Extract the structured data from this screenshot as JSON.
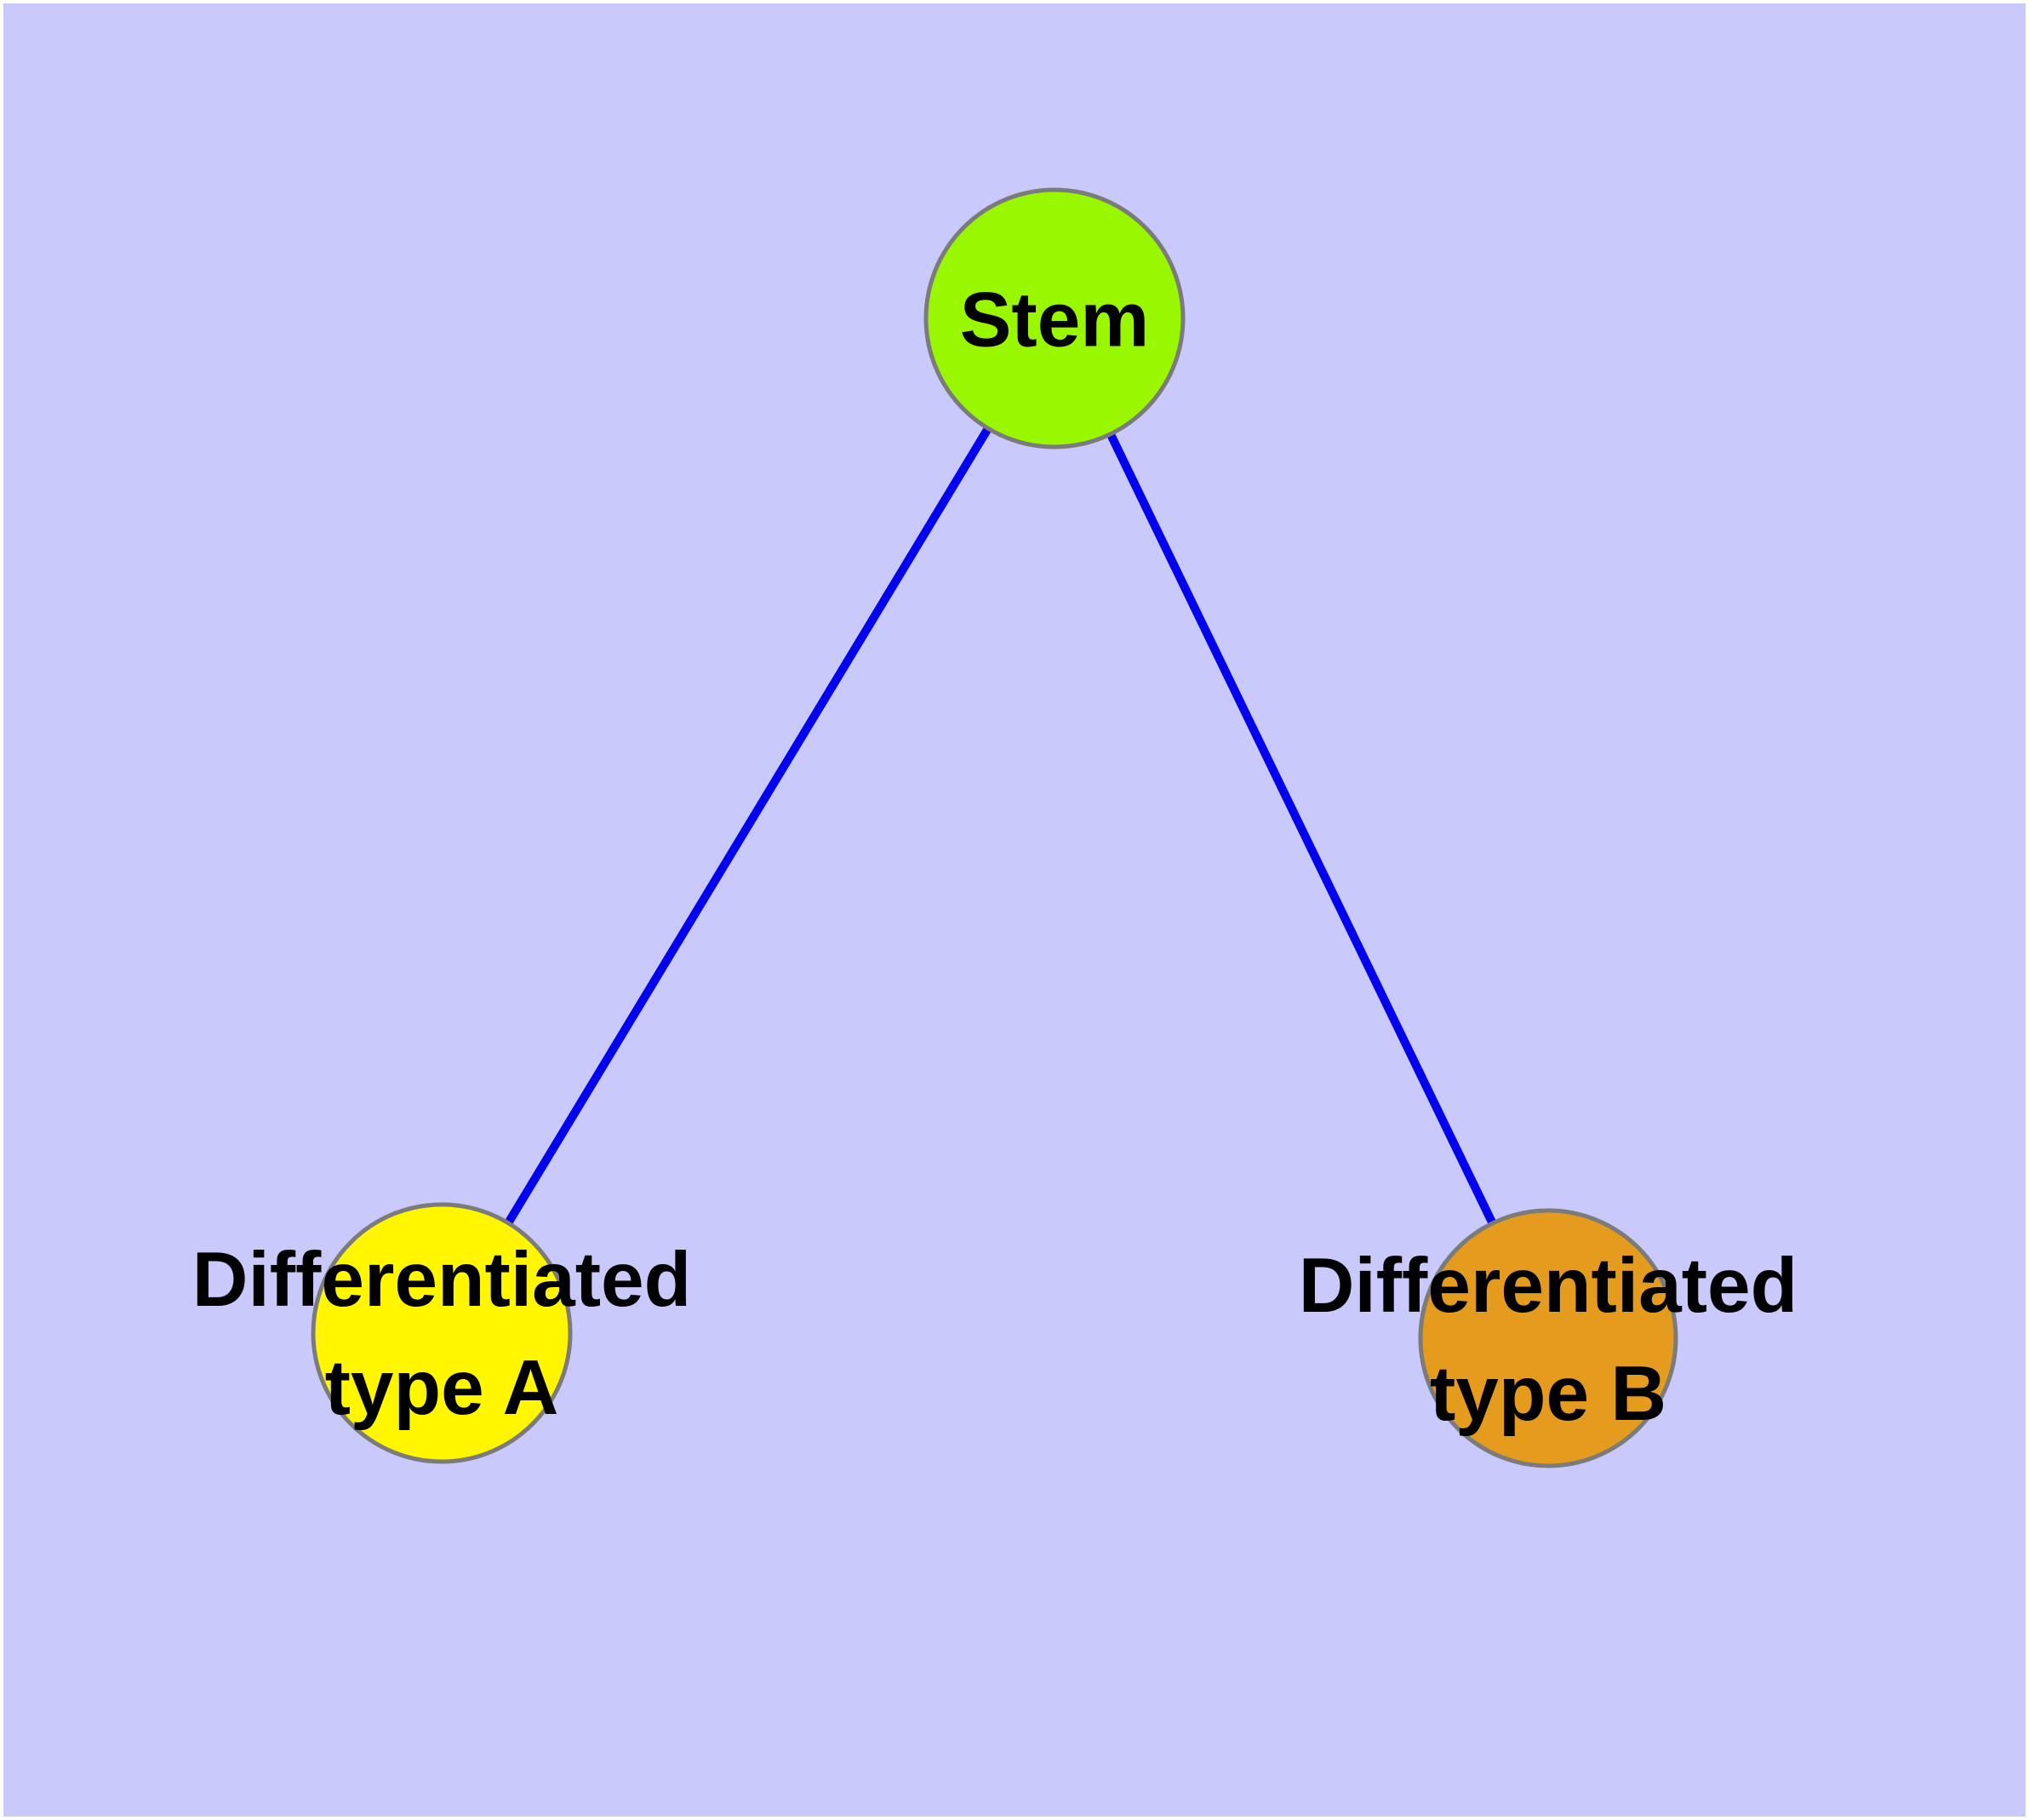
{
  "canvas": {
    "background_color": "#C9C9FB",
    "frame_color": "#FFFFFF"
  },
  "graph": {
    "title": "",
    "edge_color": "#0202EE",
    "node_border_color": "#7B7B7B",
    "label_color": "#000000",
    "nodes": [
      {
        "id": "stem",
        "label": "Stem",
        "fill": "#99F700"
      },
      {
        "id": "type-a",
        "label": "Differentiated\ntype A",
        "fill": "#FFF600"
      },
      {
        "id": "type-b",
        "label": "Differentiated\ntype B",
        "fill": "#E59B1E"
      }
    ],
    "edges": [
      {
        "from": "stem",
        "to": "type-a"
      },
      {
        "from": "stem",
        "to": "type-b"
      }
    ]
  }
}
